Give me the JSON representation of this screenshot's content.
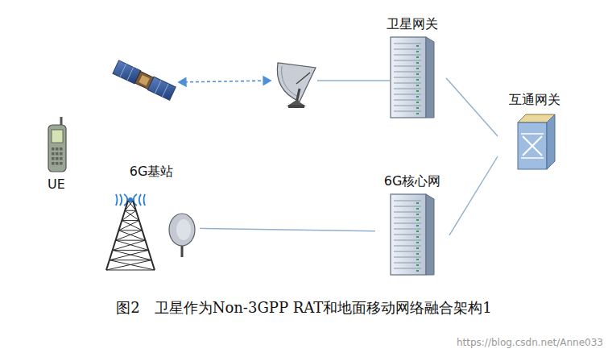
{
  "diagram": {
    "caption": "图2　卫星作为Non-3GPP RAT和地面移动网络融合架构1",
    "nodes": [
      {
        "text": [
          "UE"
        ]
      },
      {
        "text": [
          "6G基站"
        ]
      },
      {
        "text": [
          "卫星网关"
        ]
      },
      {
        "text": [
          "6G核心网"
        ]
      },
      {
        "text": [
          "互通网关"
        ]
      }
    ],
    "edges": [
      {
        "from": 1,
        "to": 3,
        "arrow": "none"
      },
      {
        "from": 2,
        "to": 4,
        "arrow": "none"
      },
      {
        "from": 3,
        "to": 4,
        "arrow": "none"
      }
    ],
    "labels": [
      "https://blog.csdn.net/Anne033"
    ]
  }
}
